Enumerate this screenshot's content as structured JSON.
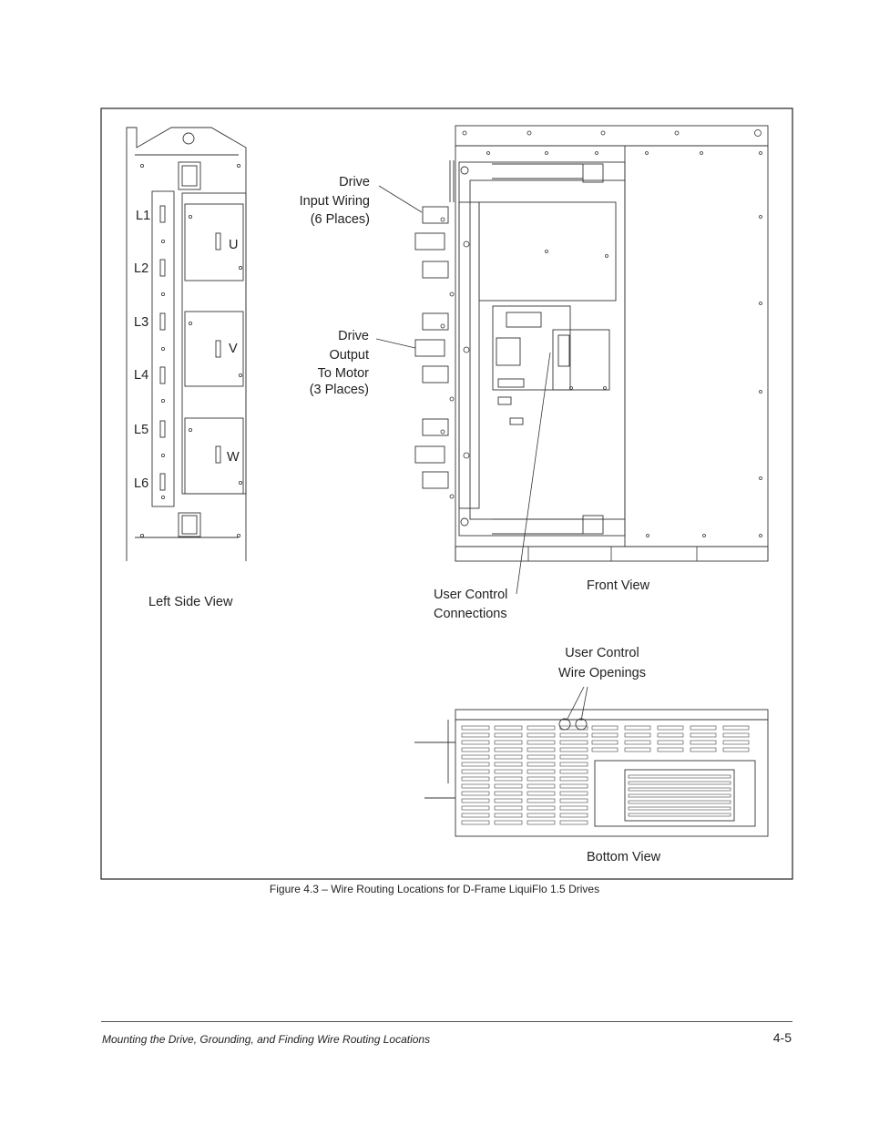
{
  "figure": {
    "left_labels": [
      "L1",
      "L2",
      "L3",
      "L4",
      "L5",
      "L6"
    ],
    "phase_labels": [
      "U",
      "V",
      "W"
    ],
    "input_wiring_lines": [
      "Drive",
      "Input Wiring",
      "(6 Places)"
    ],
    "output_lines": [
      "Drive",
      "Output",
      "To Motor",
      "(3 Places)"
    ],
    "front_view": "Front View",
    "left_side_view": "Left Side View",
    "user_control_connections": [
      "User Control",
      "Connections"
    ],
    "user_control_openings": [
      "User Control",
      "Wire Openings"
    ],
    "bottom_view": "Bottom View",
    "caption": "Figure 4.3 – Wire Routing Locations for D-Frame LiquiFlo 1.5 Drives"
  },
  "footer": {
    "section_title": "Mounting the Drive, Grounding, and Finding Wire Routing Locations",
    "page_number": "4-5"
  }
}
